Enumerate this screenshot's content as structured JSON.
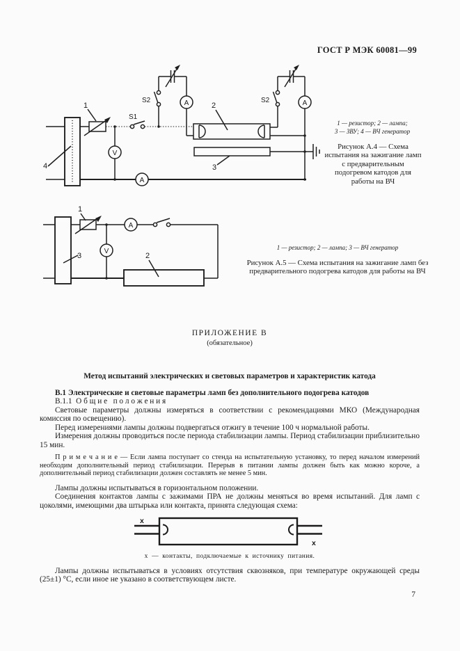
{
  "page": {
    "header_code": "ГОСТ Р МЭК 60081—99",
    "number": "7"
  },
  "figure_a4": {
    "labels": {
      "resistor": "1",
      "lamp": "2",
      "zvu": "3",
      "generator": "4",
      "switch1": "S1",
      "switch2": "S2",
      "ammeter": "A",
      "voltmeter": "V"
    },
    "legend_line1": "1 — резистор; 2 — лампа;",
    "legend_line2": "3 — ЗВУ; 4 — ВЧ генератор",
    "caption": "Рисунок А.4 — Схема испытания на зажигание ламп с предварительным подогревом катодов для работы на ВЧ"
  },
  "figure_a5": {
    "labels": {
      "resistor": "1",
      "lamp": "2",
      "generator": "3",
      "ammeter": "A",
      "voltmeter": "V"
    },
    "legend": "1 — резистор; 2 — лампа; 3 — ВЧ генератор",
    "caption": "Рисунок А.5 — Схема испытания на зажигание ламп без предварительного подогрева катодов для работы на ВЧ"
  },
  "appendix_b": {
    "title": "ПРИЛОЖЕНИЕ В",
    "subtitle": "(обязательное)",
    "main_heading": "Метод испытаний электрических и световых параметров и характеристик катода",
    "section_b1": "В.1 Электрические и световые параметры ламп без дополнительного подогрева катодов",
    "section_b11": "В.1.1  О б щ и е   п о л о ж е н и я",
    "para_photometric": "Световые параметры должны измеряться в соответствии с рекомендациями МКО (Международная комиссия по освещению).",
    "para_aging": "Перед измерениями лампы должны подвергаться отжигу в течение 100 ч нормальной работы.",
    "para_stabilization": "Измерения должны проводиться после периода стабилизации лампы. Период стабилизации приблизительно 15 мин.",
    "note": "П р и м е ч а н и е — Если лампа поступает со стенда на испытательную установку, то перед началом измерений необходим дополнительный период стабилизации. Перерыв в питании лампы должен быть как можно короче, а дополнительный период стабилизации должен составлять не менее 5 мин.",
    "para_position": "Лампы должны испытываться в горизонтальном положении.",
    "para_connections": "Соединения контактов лампы с зажимами ПРА не должны меняться во время испытаний. Для ламп с цоколями, имеющими два штырька или контакта, принята следующая схема:",
    "lamp_figure": {
      "pin_mark": "x",
      "caption": "x — контакты, подключаемые к источнику питания."
    },
    "para_draft": "Лампы должны испытываться в условиях отсутствия сквозняков, при температуре окружающей среды (25±1) °С, если иное не указано в соответствующем листе."
  }
}
